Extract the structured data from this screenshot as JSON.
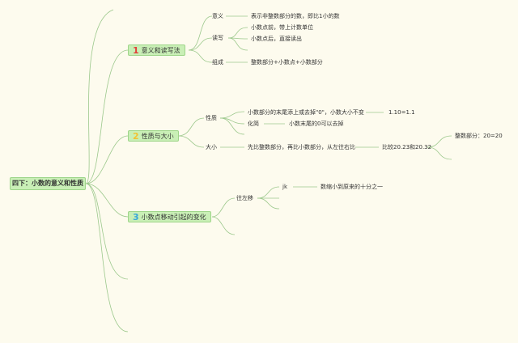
{
  "root": {
    "label": "四下：小数的意义和性质"
  },
  "branches": [
    {
      "number": "1",
      "label": "意义和读写法",
      "children": [
        {
          "label": "意义",
          "children": [
            {
              "label": "表示非整数部分的数，即比1小的数"
            }
          ]
        },
        {
          "label": "读写",
          "children": [
            {
              "label": "小数点前，带上计数单位"
            },
            {
              "label": "小数点后，直接读出"
            }
          ]
        },
        {
          "label": "组成",
          "children": [
            {
              "label": "整数部分+小数点+小数部分"
            }
          ]
        }
      ]
    },
    {
      "number": "2",
      "label": "性质与大小",
      "children": [
        {
          "label": "性质",
          "children": [
            {
              "label": "小数部分的末尾添上或去掉\"0\"，小数大小不变",
              "children": [
                {
                  "label": "1.10=1.1"
                }
              ]
            },
            {
              "label": "化简",
              "children": [
                {
                  "label": "小数末尾的0可以去掉"
                }
              ]
            }
          ]
        },
        {
          "label": "大小",
          "children": [
            {
              "label": "先比整数部分，再比小数部分，从左往右比",
              "children": [
                {
                  "label": "比较20.23和20.32",
                  "children": [
                    {
                      "label": "整数部分：20=20"
                    }
                  ]
                }
              ]
            }
          ]
        }
      ]
    },
    {
      "number": "3",
      "label": "小数点移动引起的变化",
      "children": [
        {
          "label": "往左移",
          "children": [
            {
              "label": "jk",
              "children": [
                {
                  "label": "数缩小到原来的十分之一"
                }
              ]
            }
          ]
        }
      ]
    }
  ],
  "colors": {
    "link": "#9cc88c",
    "node_fill": "#c9efb6",
    "node_border": "#9fd58a"
  }
}
